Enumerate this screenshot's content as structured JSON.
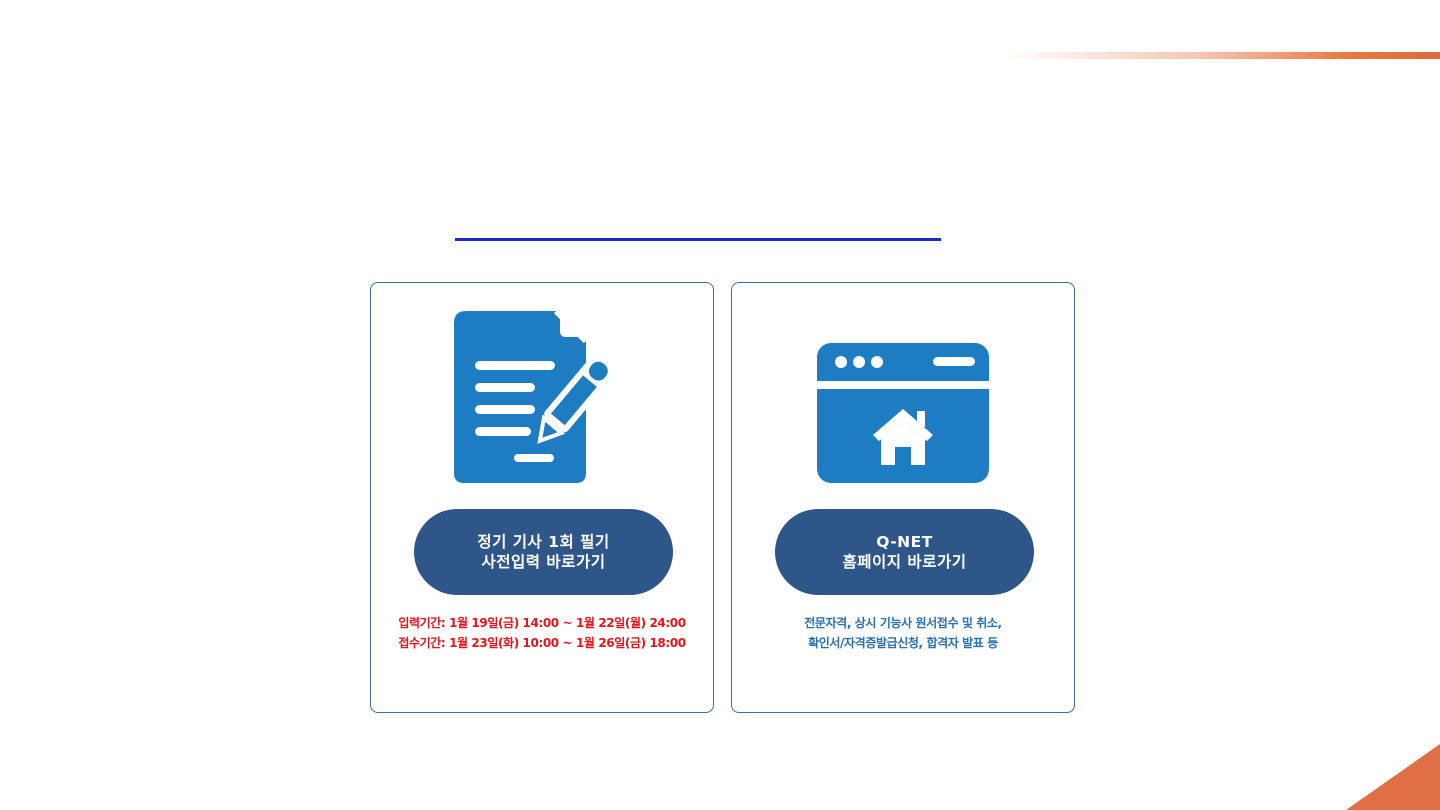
{
  "colors": {
    "accent_orange": "#df6f45",
    "title_underline": "#1a2bc6",
    "button_navy": "#2e5688",
    "icon_blue": "#1e7cc2",
    "card_border": "#3a6fa8",
    "info_red": "#e5151a",
    "info_blue": "#2a6fb0"
  },
  "cards": [
    {
      "icon": "document-pencil-icon",
      "button_line1": "정기 기사 1회 필기",
      "button_line2": "사전입력 바로가기",
      "info_line1": "입력기간: 1월 19일(금) 14:00 ~ 1월 22일(월) 24:00",
      "info_line2": "접수기간: 1월 23일(화) 10:00 ~ 1월 26일(금) 18:00"
    },
    {
      "icon": "browser-home-icon",
      "button_line1": "Q-NET",
      "button_line2": "홈페이지 바로가기",
      "info_line1": "전문자격, 상시 기능사 원서접수 및 취소,",
      "info_line2": "확인서/자격증발급신청, 합격자 발표 등"
    }
  ]
}
